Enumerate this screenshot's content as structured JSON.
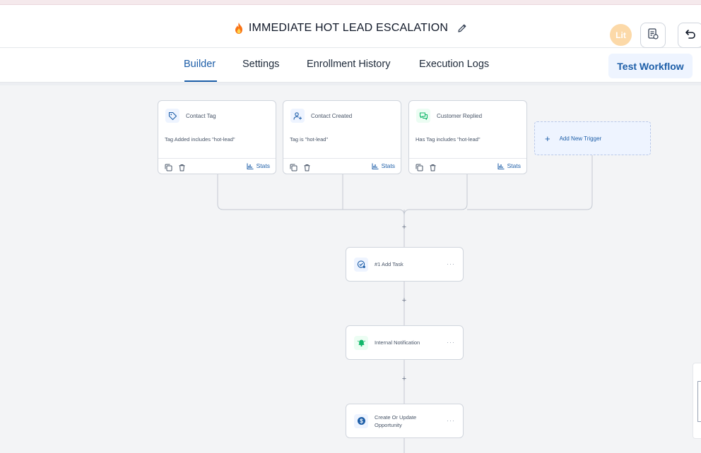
{
  "workflow": {
    "title": "IMMEDIATE HOT LEAD ESCALATION"
  },
  "user": {
    "initials": "Lit"
  },
  "tabs": [
    "Builder",
    "Settings",
    "Enrollment History",
    "Execution Logs"
  ],
  "test_button": "Test Workflow",
  "triggers": [
    {
      "title": "Contact Tag",
      "condition": "Tag Added includes \"hot-lead\"",
      "stats_label": "Stats",
      "icon": "tag-icon"
    },
    {
      "title": "Contact Created",
      "condition": "Tag is \"hot-lead\"",
      "stats_label": "Stats",
      "icon": "user-plus-icon"
    },
    {
      "title": "Customer Replied",
      "condition": "Has Tag includes \"hot-lead\"",
      "stats_label": "Stats",
      "icon": "chat-icon"
    }
  ],
  "add_trigger_label": "Add New Trigger",
  "actions": [
    {
      "label": "#1 Add Task",
      "icon": "task-check-icon"
    },
    {
      "label": "Internal Notification",
      "icon": "bell-icon"
    },
    {
      "label_line1": "Create Or Update",
      "label_line2": "Opportunity",
      "icon": "dollar-icon"
    }
  ],
  "colors": {
    "accent": "#1d5ea8",
    "accent_light": "#eef4ff",
    "canvas": "#f3f4f6",
    "notify_green": "#12b76a",
    "avatar": "#fcd9a8"
  }
}
